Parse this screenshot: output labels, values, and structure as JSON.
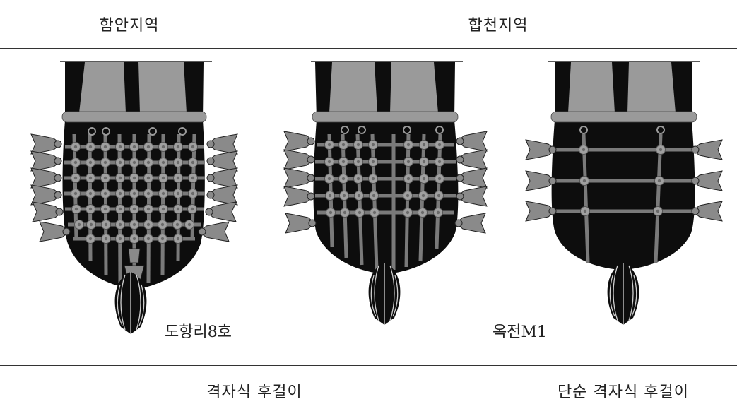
{
  "headers": {
    "left": "함안지역",
    "right": "합천지역"
  },
  "labels": {
    "left_example": "도항리8호",
    "middle_example": "옥전M1"
  },
  "footers": {
    "left": "격자식 후걸이",
    "right": "단순 격자식 후걸이"
  },
  "colors": {
    "body": "#0d0d0d",
    "strap": "#7a7a7a",
    "boss": "#9c9c9c",
    "saddle_pad": "#9a9a9a",
    "pendant": "#8a8a8a",
    "line": "#333333"
  }
}
